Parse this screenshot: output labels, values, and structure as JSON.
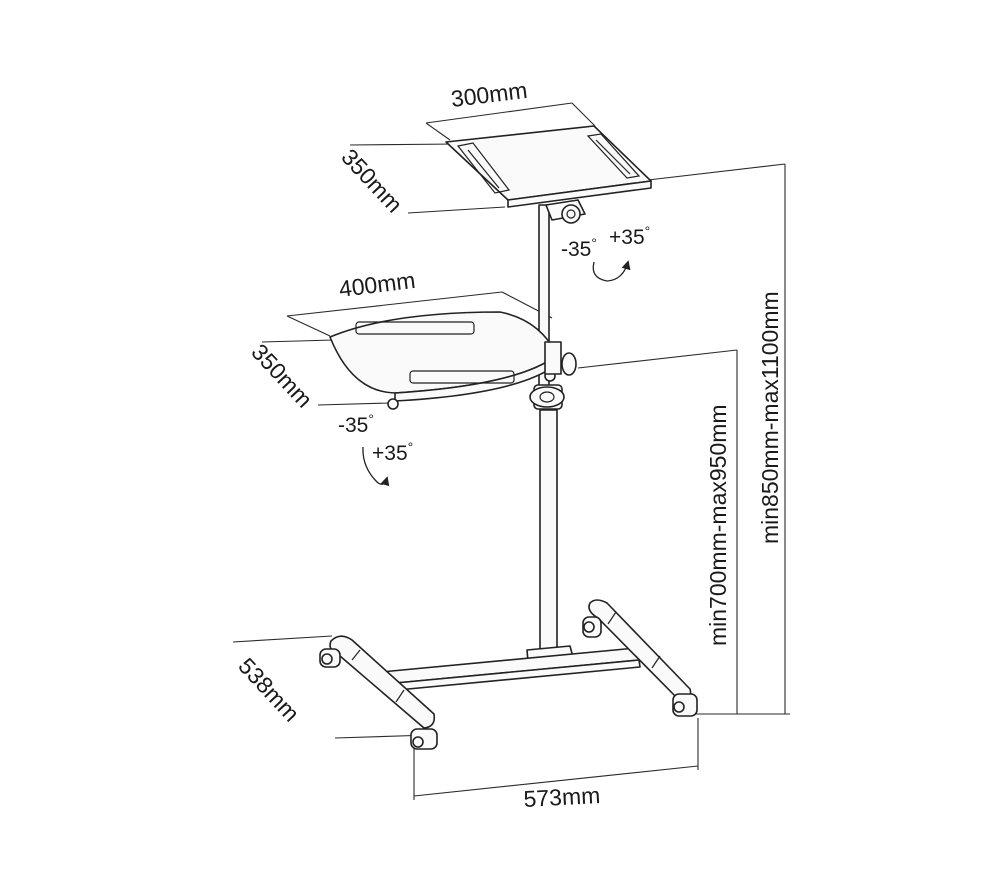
{
  "dimensions": {
    "top_tray_width": "300mm",
    "top_tray_depth": "350mm",
    "lower_tray_width": "400mm",
    "lower_tray_depth": "350mm",
    "base_depth": "538mm",
    "base_width": "573mm",
    "lower_tray_height": "min700mm-max950mm",
    "top_tray_height": "min850mm-max1100mm"
  },
  "tilt": {
    "top_minus": "-35",
    "top_plus": "+35",
    "lower_minus": "-35",
    "lower_plus": "+35",
    "degree_symbol": "°"
  }
}
